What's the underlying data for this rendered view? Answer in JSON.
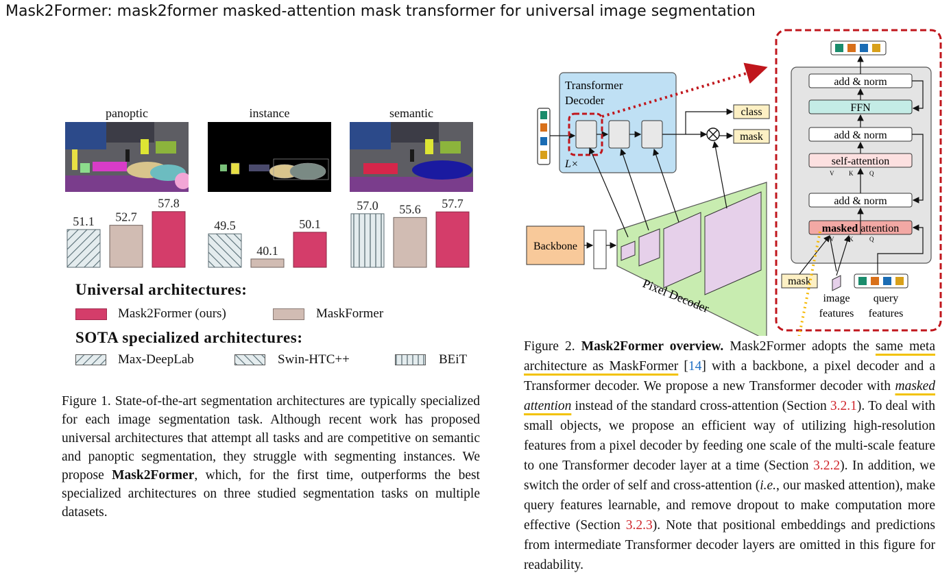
{
  "page": {
    "title": "Mask2Former: mask2former masked-attention mask transformer for universal image segmentation"
  },
  "figure1": {
    "panels": [
      {
        "label": "panoptic"
      },
      {
        "label": "instance"
      },
      {
        "label": "semantic"
      }
    ],
    "legend": {
      "heading1": "Universal architectures:",
      "mask2former": "Mask2Former (ours)",
      "maskformer": "MaskFormer",
      "heading2": "SOTA specialized architectures:",
      "maxdeeplab": "Max-DeepLab",
      "swin": "Swin-HTC++",
      "beit": "BEiT"
    },
    "caption": {
      "part1": "Figure 1. State-of-the-art segmentation architectures are typically specialized for each image segmentation task.  Although recent work has proposed universal architectures that attempt all tasks and are competitive on semantic and panoptic segmentation, they struggle with segmenting instances. We propose ",
      "bold": "Mask2Former",
      "part2": ", which, for the first time, outperforms the best specialized architectures on three studied segmentation tasks on multiple datasets."
    }
  },
  "chart_data": {
    "type": "bar",
    "groups": [
      {
        "task": "panoptic",
        "bars": [
          {
            "model": "Max-DeepLab",
            "value": 51.1
          },
          {
            "model": "MaskFormer",
            "value": 52.7
          },
          {
            "model": "Mask2Former (ours)",
            "value": 57.8
          }
        ]
      },
      {
        "task": "instance",
        "bars": [
          {
            "model": "Swin-HTC++",
            "value": 49.5
          },
          {
            "model": "MaskFormer",
            "value": 40.1
          },
          {
            "model": "Mask2Former (ours)",
            "value": 50.1
          }
        ]
      },
      {
        "task": "semantic",
        "bars": [
          {
            "model": "BEiT",
            "value": 57.0
          },
          {
            "model": "MaskFormer",
            "value": 55.6
          },
          {
            "model": "Mask2Former (ours)",
            "value": 57.7
          }
        ]
      }
    ],
    "value_labels": {
      "panoptic": [
        "51.1",
        "52.7",
        "57.8"
      ],
      "instance": [
        "49.5",
        "40.1",
        "50.1"
      ],
      "semantic": [
        "57.0",
        "55.6",
        "57.7"
      ]
    },
    "colors": {
      "mask2former": "#d43d6a",
      "maskformer": "#d1bcb3",
      "specialized": "#e4ecee"
    }
  },
  "figure2": {
    "diagram": {
      "transformer_decoder": "Transformer",
      "transformer_decoder2": "Decoder",
      "lx": "L×",
      "class": "class",
      "mask": "mask",
      "backbone": "Backbone",
      "pixel_decoder": "Pixel Decoder",
      "add_norm": "add & norm",
      "ffn": "FFN",
      "self_attention": "self-attention",
      "masked_bold": "masked",
      "attention": "attention",
      "v": "V",
      "k": "K",
      "q": "Q",
      "mask_input": "mask",
      "image": "image",
      "features": "features",
      "query": "query",
      "features2": "features"
    },
    "caption": {
      "prefix": "Figure 2.  ",
      "bold": "Mask2Former overview.",
      "t1": "  Mask2Former adopts the ",
      "u1": "same meta architecture as MaskFormer",
      "t2": " [",
      "r1": "14",
      "t3": "] with a backbone, a pixel decoder and a Transformer decoder.  We propose a new Transformer decoder with ",
      "u2": "masked attention",
      "t4": " instead of the standard cross-attention (Section ",
      "r2": "3.2.1",
      "t5": "). To deal with small objects, we propose an efficient way of utilizing high-resolution features from a pixel decoder by feeding one scale of the multi-scale feature to one Transformer decoder layer at a time (Section ",
      "r3": "3.2.2",
      "t6": ").  In addition, we switch the order of self and cross-attention (",
      "ie": "i.e.",
      "t7": ", our masked attention), make query features learnable, and remove dropout to make computation more effective (Section ",
      "r4": "3.2.3",
      "t8": "). Note that positional embeddings and predictions from intermediate Transformer decoder layers are omitted in this figure for readability."
    }
  }
}
